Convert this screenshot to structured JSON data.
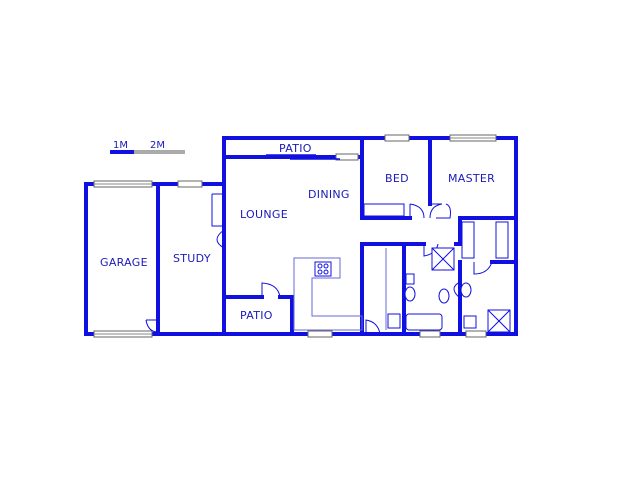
{
  "scale": {
    "label_1": "1M",
    "label_2": "2M"
  },
  "rooms": {
    "patio_top": "PATIO",
    "bed": "BED",
    "master": "MASTER",
    "dining": "DINING",
    "lounge": "LOUNGE",
    "garage": "GARAGE",
    "study": "STUDY",
    "patio_bottom": "PATIO"
  },
  "colors": {
    "wall": "#1010e0",
    "label": "#1a1ab8",
    "scale_gray": "#aaaaaa"
  }
}
